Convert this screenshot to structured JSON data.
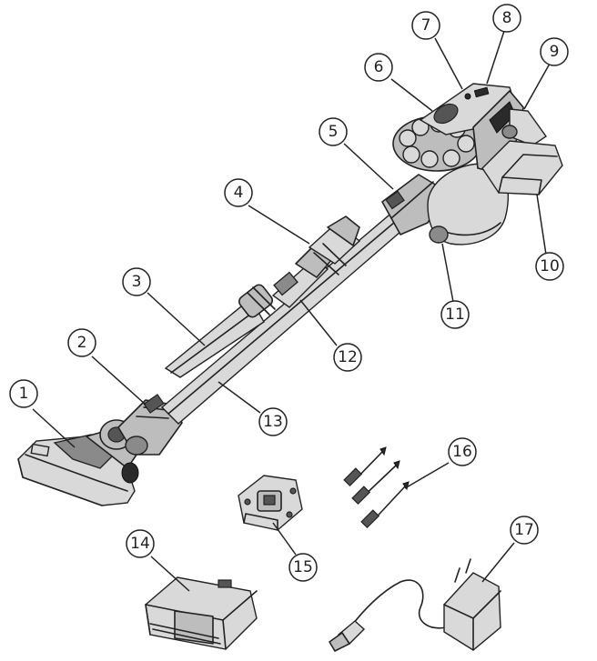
{
  "callouts": [
    {
      "id": 1,
      "label": "1"
    },
    {
      "id": 2,
      "label": "2"
    },
    {
      "id": 3,
      "label": "3"
    },
    {
      "id": 4,
      "label": "4"
    },
    {
      "id": 5,
      "label": "5"
    },
    {
      "id": 6,
      "label": "6"
    },
    {
      "id": 7,
      "label": "7"
    },
    {
      "id": 8,
      "label": "8"
    },
    {
      "id": 9,
      "label": "9"
    },
    {
      "id": 10,
      "label": "10"
    },
    {
      "id": 11,
      "label": "11"
    },
    {
      "id": 12,
      "label": "12"
    },
    {
      "id": 13,
      "label": "13"
    },
    {
      "id": 14,
      "label": "14"
    },
    {
      "id": 15,
      "label": "15"
    },
    {
      "id": 16,
      "label": "16"
    },
    {
      "id": 17,
      "label": "17"
    }
  ]
}
